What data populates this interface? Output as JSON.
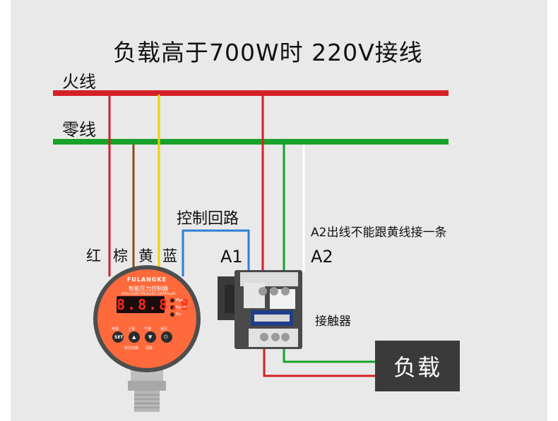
{
  "title": "负载高于700W时  220V接线",
  "lines": {
    "fire": "火线",
    "neutral": "零线"
  },
  "wire_colors_labels": [
    "红",
    "棕",
    "黄",
    "蓝"
  ],
  "control_loop": "控制回路",
  "a2_note": "A2出线不能跟黄线接一条",
  "terminals": {
    "a1": "A1",
    "a2": "A2"
  },
  "contactor": "接触器",
  "load": "负载",
  "controller": {
    "brand": "FULANGKE",
    "model": "智能压力控制器",
    "subtitle": "INTELLIGENT PRESSURE CONTROLLER",
    "display": "8.8.8.8",
    "keys": [
      "SET",
      "▲",
      "▼",
      "⏻"
    ],
    "key_labels_top": [
      "电源",
      "上限",
      "下限",
      "运行"
    ],
    "key_labels_bottom": [
      "单位切换",
      "清零"
    ],
    "units": [
      "Mpa",
      "Kg/cm²",
      "Psi"
    ]
  },
  "colors": {
    "fire": "#d42027",
    "neutral": "#17a22a",
    "brown": "#8a4e12",
    "yellow": "#f3d000",
    "blue": "#2f7ed6",
    "white": "#ffffff",
    "gauge_body": "#ff6a3d",
    "load_box": "#3a3a3a"
  }
}
